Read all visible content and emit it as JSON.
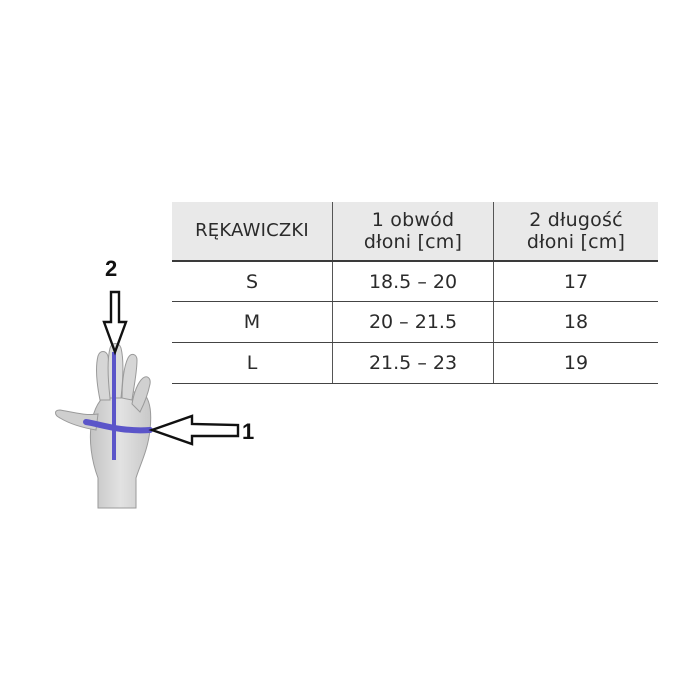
{
  "size_table": {
    "headers": [
      {
        "lines": [
          "RĘKAWICZKI"
        ]
      },
      {
        "lines": [
          "1 obwód",
          "dłoni [cm]"
        ]
      },
      {
        "lines": [
          "2 długość",
          "dłoni [cm]"
        ]
      }
    ],
    "rows": [
      {
        "size": "S",
        "circumference": "18.5 – 20",
        "length": "17"
      },
      {
        "size": "M",
        "circumference": "20 – 21.5",
        "length": "18"
      },
      {
        "size": "L",
        "circumference": "21.5 – 23",
        "length": "19"
      }
    ]
  },
  "figure": {
    "callouts": {
      "circumference": "1",
      "length": "2"
    },
    "colors": {
      "measure_line": "#5b55c9",
      "hand_fill": "#d9d9d9",
      "arrow_stroke": "#111111"
    }
  }
}
